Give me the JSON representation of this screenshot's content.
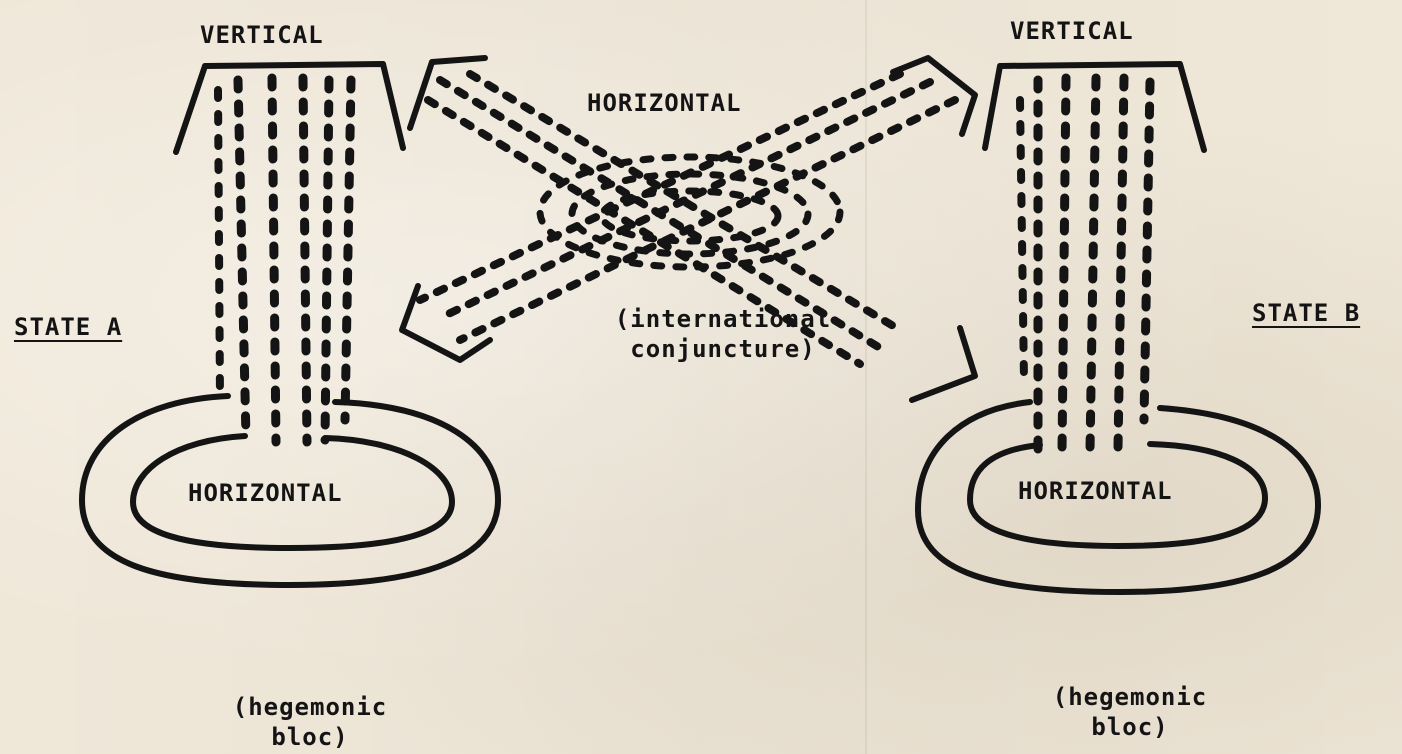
{
  "labels": {
    "vertical_a": "VERTICAL",
    "vertical_b": "VERTICAL",
    "horizontal_top": "HORIZONTAL",
    "horizontal_a": "HORIZONTAL",
    "horizontal_b": "HORIZONTAL",
    "state_a": "STATE A",
    "state_b": "STATE B",
    "international_line1": "(international",
    "international_line2": "conjuncture)",
    "hegemonic_a_line1": "(hegemonic",
    "hegemonic_a_line2": "bloc)",
    "hegemonic_b_line1": "(hegemonic",
    "hegemonic_b_line2": "bloc)"
  },
  "colors": {
    "ink": "#141414",
    "paper": "#efe7d8"
  }
}
